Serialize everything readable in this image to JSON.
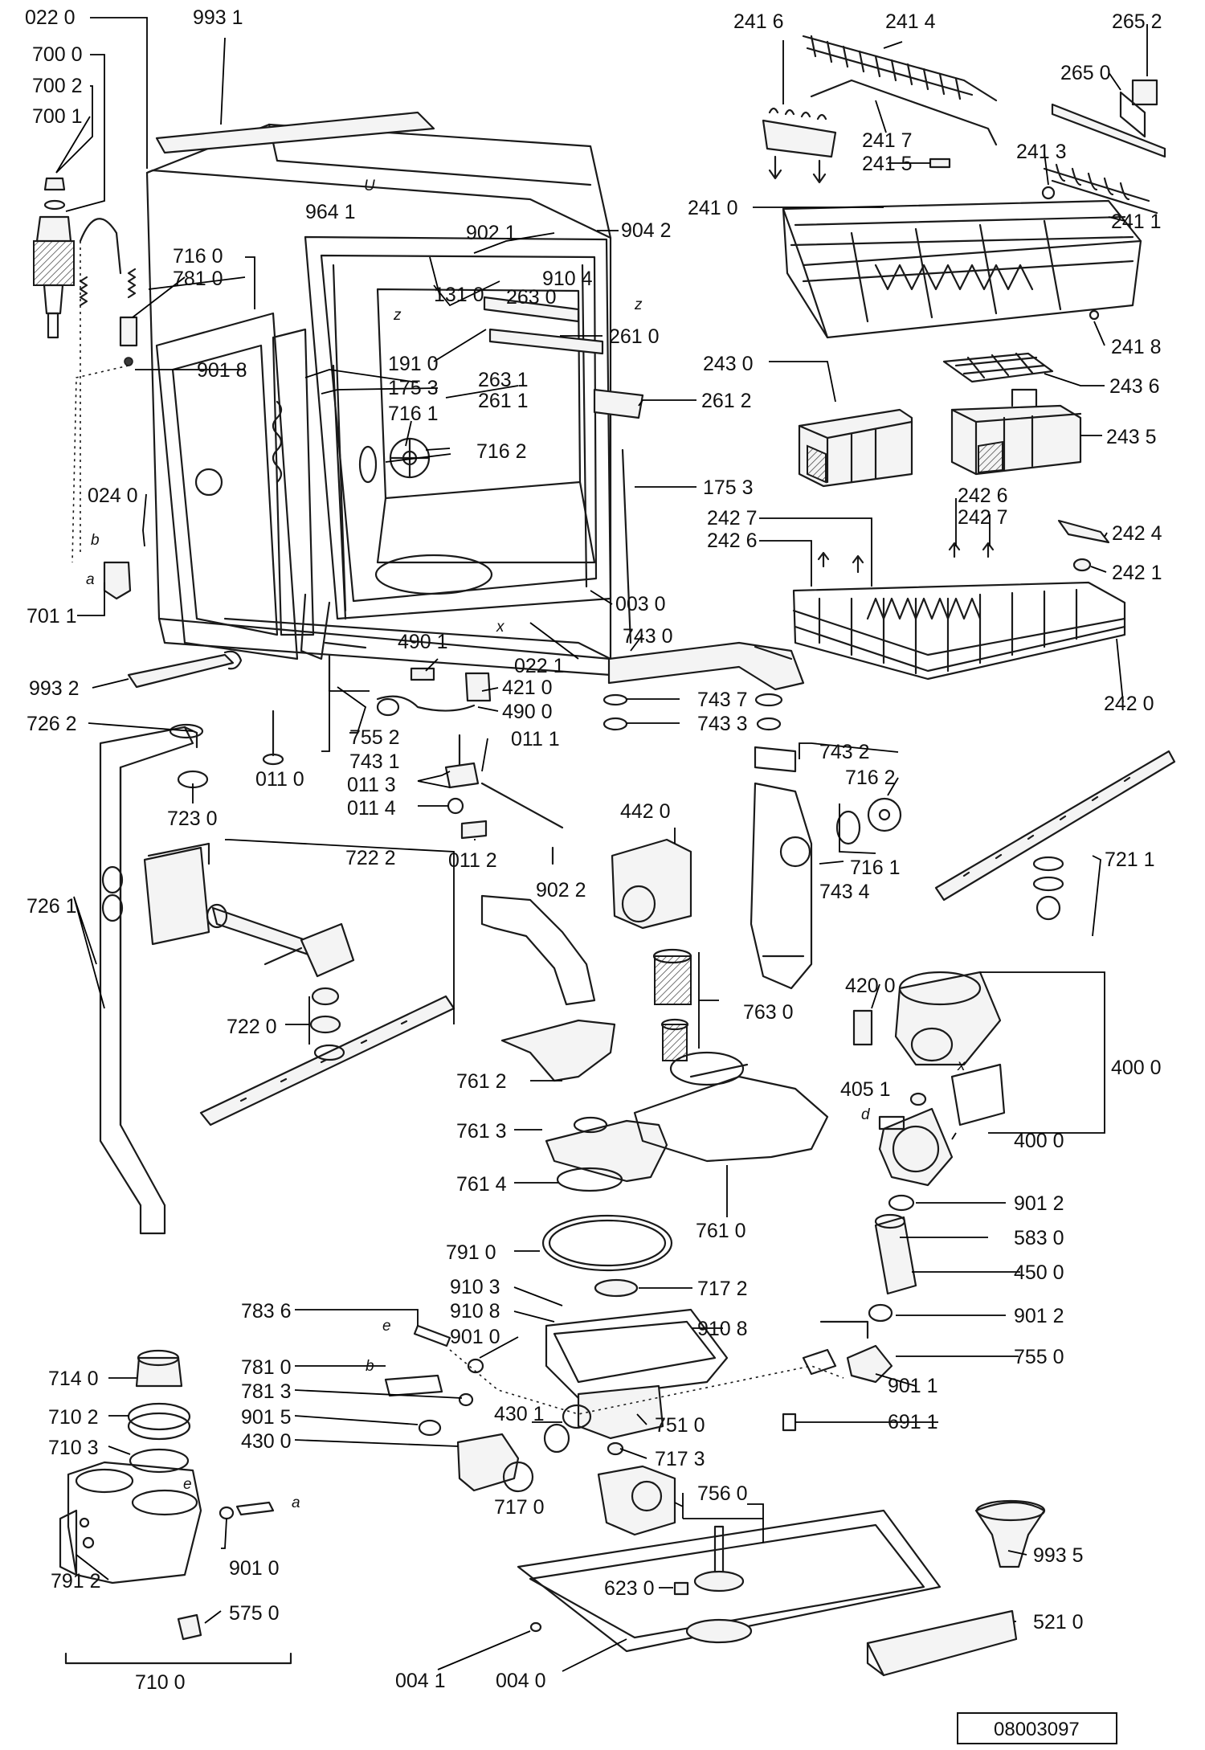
{
  "labels": {
    "l0220": "022 0",
    "l9931": "993 1",
    "l7000": "700 0",
    "l7002": "700 2",
    "l7001": "700 1",
    "l7160": "716 0",
    "l7810": "781 0",
    "l9018": "901 8",
    "l9641": "964 1",
    "l9021": "902 1",
    "l9042": "904 2",
    "l9104": "910 4",
    "l1310": "131 0",
    "l2630": "263 0",
    "l2610": "261 0",
    "l1910": "191 0",
    "l1753a": "175 3",
    "l2631": "263 1",
    "l2611": "261 1",
    "l2612": "261 2",
    "l7161a": "716 1",
    "l7162a": "716 2",
    "l1753b": "175 3",
    "l0240": "024 0",
    "l0030": "003 0",
    "l7011": "701 1",
    "l0221": "022 1",
    "l4901": "490 1",
    "l4210": "421 0",
    "l4900": "490 0",
    "l9932": "993 2",
    "l7552": "755 2",
    "l7430": "743 0",
    "l7437": "743 7",
    "l7433": "743 3",
    "l7262": "726 2",
    "l7431": "743 1",
    "l0111": "011 1",
    "l0110": "011 0",
    "l0113": "011 3",
    "l0114": "011 4",
    "l7230": "723 0",
    "l0112": "011 2",
    "l7432": "743 2",
    "l7162b": "716 2",
    "l7222": "722 2",
    "l4420": "442 0",
    "l9022": "902 2",
    "l7161b": "716 1",
    "l7434": "743 4",
    "l7261": "726 1",
    "l7220": "722 0",
    "l7630": "763 0",
    "l7612": "761 2",
    "l7613": "761 3",
    "l7614": "761 4",
    "l7610": "761 0",
    "l7910": "791 0",
    "l9103": "910 3",
    "l9108a": "910 8",
    "l9010a": "901 0",
    "l9108b": "910 8",
    "l7172": "717 2",
    "l7836": "783 6",
    "l7810b": "781 0",
    "l7813": "781 3",
    "l9015": "901 5",
    "l4301": "430 1",
    "l4300": "430 0",
    "l7510": "751 0",
    "l7173": "717 3",
    "l7560": "756 0",
    "l7170": "717 0",
    "l7140": "714 0",
    "l7102": "710 2",
    "l7103": "710 3",
    "l9010b": "901 0",
    "l7912": "791 2",
    "l5750": "575 0",
    "l7100": "710 0",
    "l6230": "623 0",
    "l0041": "004 1",
    "l0040": "004 0",
    "l2416": "241 6",
    "l2414": "241 4",
    "l2652": "265 2",
    "l2650": "265 0",
    "l2417": "241 7",
    "l2413": "241 3",
    "l2415": "241 5",
    "l2410": "241 0",
    "l2411": "241 1",
    "l2418": "241 8",
    "l2430": "243 0",
    "l2436": "243 6",
    "l2435": "243 5",
    "l2426a": "242 6",
    "l2427a": "242 7",
    "l2427b": "242 7",
    "l2426b": "242 6",
    "l2424": "242 4",
    "l2421": "242 1",
    "l2420": "242 0",
    "l7211": "721 1",
    "l4200": "420 0",
    "l4000a": "400 0",
    "l4051": "405 1",
    "l4000b": "400 0",
    "l9012a": "901 2",
    "l5830": "583 0",
    "l4500": "450 0",
    "l9012b": "901 2",
    "l7550": "755 0",
    "l9011": "901 1",
    "l6911": "691 1",
    "l9935": "993 5",
    "l5210": "521 0"
  },
  "markers": {
    "z1": "z",
    "z2": "z",
    "x1": "x",
    "x2": "x",
    "a1": "a",
    "b1": "b",
    "b2": "b",
    "e1": "e",
    "e2": "e",
    "d1": "d",
    "a2": "a",
    "u1": "U"
  },
  "document_number": "08003097",
  "colors": {
    "line": "#1a1a1a",
    "background": "#ffffff"
  }
}
